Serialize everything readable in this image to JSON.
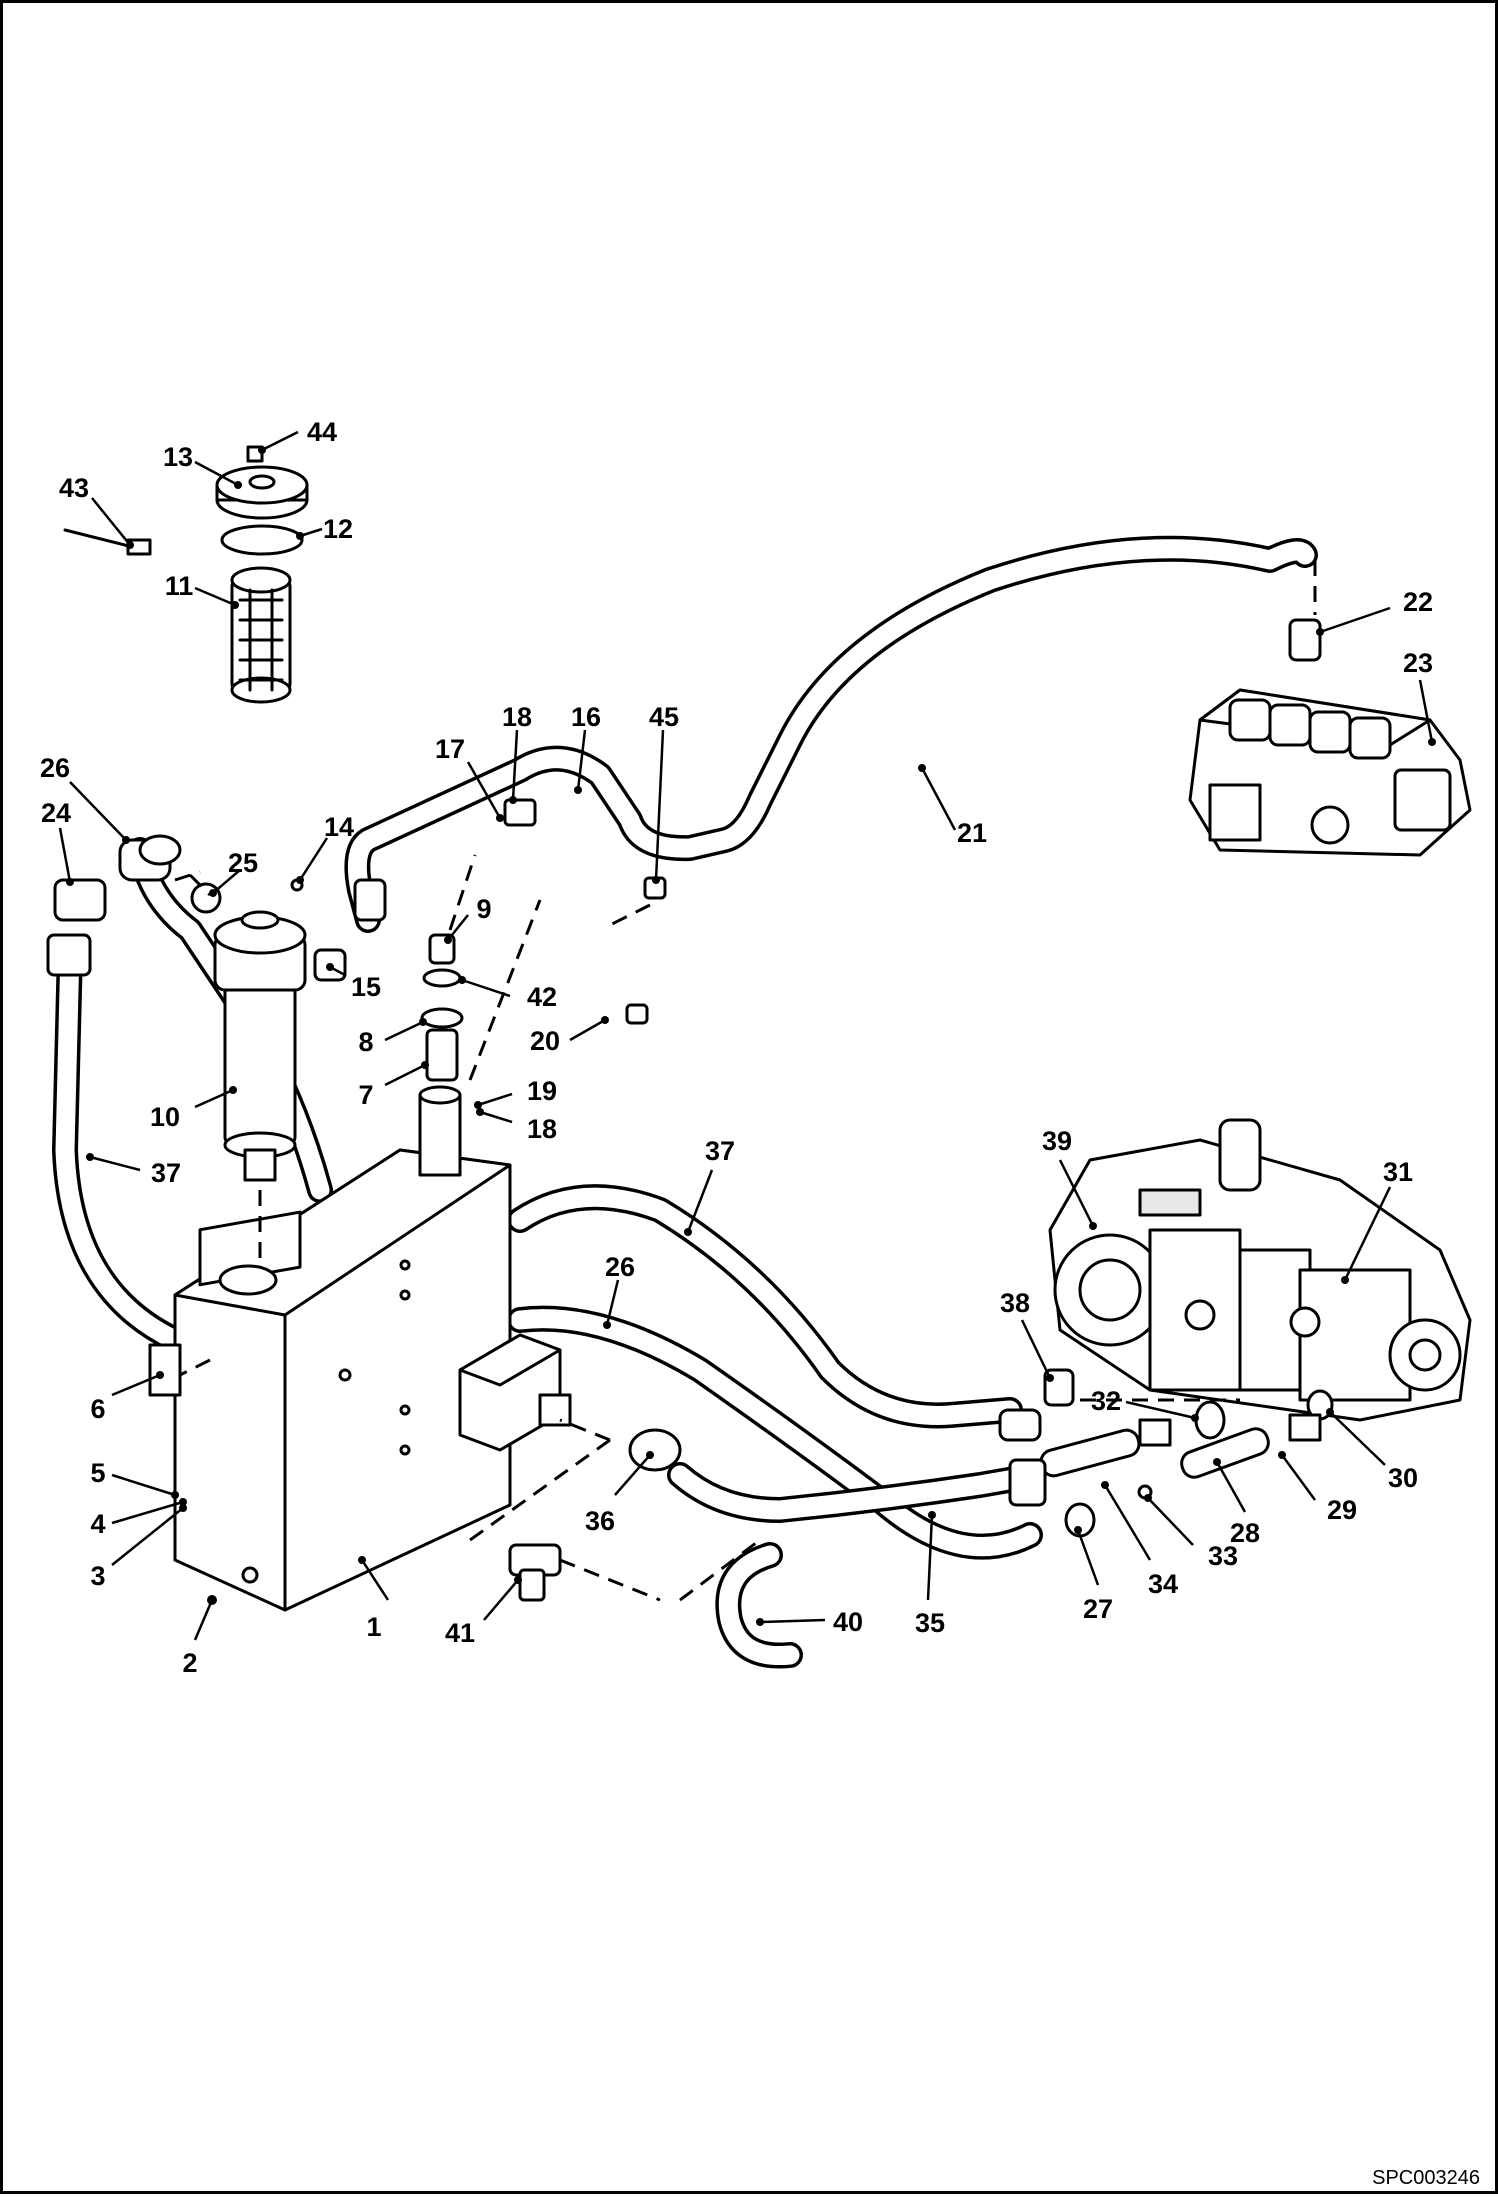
{
  "drawing_code": "SPC003246",
  "callouts": [
    {
      "id": "c1",
      "text": "1"
    },
    {
      "id": "c2",
      "text": "2"
    },
    {
      "id": "c3",
      "text": "3"
    },
    {
      "id": "c4",
      "text": "4"
    },
    {
      "id": "c5",
      "text": "5"
    },
    {
      "id": "c6",
      "text": "6"
    },
    {
      "id": "c7",
      "text": "7"
    },
    {
      "id": "c8",
      "text": "8"
    },
    {
      "id": "c9",
      "text": "9"
    },
    {
      "id": "c10",
      "text": "10"
    },
    {
      "id": "c11",
      "text": "11"
    },
    {
      "id": "c12",
      "text": "12"
    },
    {
      "id": "c13",
      "text": "13"
    },
    {
      "id": "c14",
      "text": "14"
    },
    {
      "id": "c15",
      "text": "15"
    },
    {
      "id": "c16",
      "text": "16"
    },
    {
      "id": "c17",
      "text": "17"
    },
    {
      "id": "c18a",
      "text": "18"
    },
    {
      "id": "c18b",
      "text": "18"
    },
    {
      "id": "c19",
      "text": "19"
    },
    {
      "id": "c20",
      "text": "20"
    },
    {
      "id": "c21",
      "text": "21"
    },
    {
      "id": "c22",
      "text": "22"
    },
    {
      "id": "c23",
      "text": "23"
    },
    {
      "id": "c24",
      "text": "24"
    },
    {
      "id": "c25",
      "text": "25"
    },
    {
      "id": "c26a",
      "text": "26"
    },
    {
      "id": "c26b",
      "text": "26"
    },
    {
      "id": "c27",
      "text": "27"
    },
    {
      "id": "c28",
      "text": "28"
    },
    {
      "id": "c29",
      "text": "29"
    },
    {
      "id": "c30",
      "text": "30"
    },
    {
      "id": "c31",
      "text": "31"
    },
    {
      "id": "c32",
      "text": "32"
    },
    {
      "id": "c33",
      "text": "33"
    },
    {
      "id": "c34",
      "text": "34"
    },
    {
      "id": "c35",
      "text": "35"
    },
    {
      "id": "c36",
      "text": "36"
    },
    {
      "id": "c37a",
      "text": "37"
    },
    {
      "id": "c37b",
      "text": "37"
    },
    {
      "id": "c38",
      "text": "38"
    },
    {
      "id": "c39",
      "text": "39"
    },
    {
      "id": "c40",
      "text": "40"
    },
    {
      "id": "c41",
      "text": "41"
    },
    {
      "id": "c42",
      "text": "42"
    },
    {
      "id": "c43",
      "text": "43"
    },
    {
      "id": "c44",
      "text": "44"
    },
    {
      "id": "c45",
      "text": "45"
    }
  ]
}
